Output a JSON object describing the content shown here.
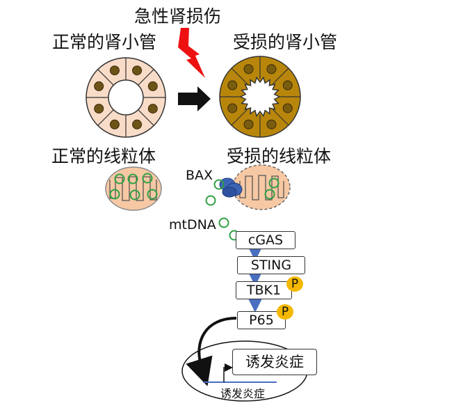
{
  "labels": {
    "injury": "急性肾损伤",
    "normal_tubule": "正常的肾小管",
    "damaged_tubule": "受损的肾小管",
    "normal_mito": "正常的线粒体",
    "damaged_mito": "受损的线粒体",
    "bax": "BAX",
    "mtdna": "mtDNA",
    "nucleus_label": "诱发炎症"
  },
  "pathway": [
    "cGAS",
    "STING",
    "TBK1",
    "P65"
  ],
  "phospho_symbol": "P",
  "output_box": "诱发炎症",
  "colors": {
    "normal_fill": "#f9dcc8",
    "normal_nuclei": "#6e5318",
    "damaged_fill": "#b8860b",
    "damaged_nuclei": "#7a5c0f",
    "mito_fill": "#f6c8a4",
    "mtdna": "#2ea043",
    "bax": "#3c64b4",
    "bolt": "#ee1111",
    "phospho": "#f5b800",
    "arrow_blue": "#4a6fc0"
  }
}
